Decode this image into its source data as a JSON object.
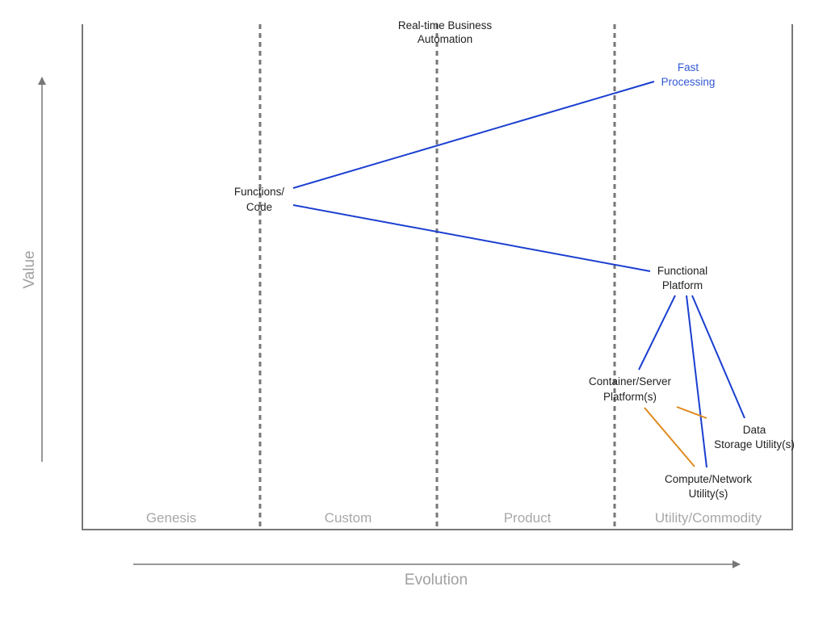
{
  "axes": {
    "x_title": "Evolution",
    "y_title": "Value",
    "axis_color": "#777777"
  },
  "stages": [
    "Genesis",
    "Custom",
    "Product",
    "Utility/Commodity"
  ],
  "colors": {
    "link_blue": "#1a3fd0",
    "link_orange": "#e08a1e",
    "highlight_text": "#3358d6",
    "divider": "#777777"
  },
  "nodes": {
    "realtime": {
      "line1": "Real-time Business",
      "line2": "Automation"
    },
    "fast_processing": {
      "line1": "Fast",
      "line2": "Processing"
    },
    "functions_code": {
      "line1": "Functions/",
      "line2": "Code"
    },
    "functional_platform": {
      "line1": "Functional",
      "line2": "Platform"
    },
    "container_server": {
      "line1": "Container/Server",
      "line2": "Platform(s)"
    },
    "data_storage": {
      "line1": "Data",
      "line2": "Storage Utility(s)"
    },
    "compute_network": {
      "line1": "Compute/Network",
      "line2": "Utility(s)"
    }
  },
  "links": [
    {
      "from": "functions_code",
      "to": "fast_processing",
      "color": "blue"
    },
    {
      "from": "functions_code",
      "to": "functional_platform",
      "color": "blue"
    },
    {
      "from": "functional_platform",
      "to": "container_server",
      "color": "blue"
    },
    {
      "from": "functional_platform",
      "to": "compute_network",
      "color": "blue"
    },
    {
      "from": "functional_platform",
      "to": "data_storage",
      "color": "blue"
    },
    {
      "from": "container_server",
      "to": "compute_network",
      "color": "orange"
    },
    {
      "from": "container_server",
      "to": "data_storage",
      "color": "orange"
    }
  ]
}
